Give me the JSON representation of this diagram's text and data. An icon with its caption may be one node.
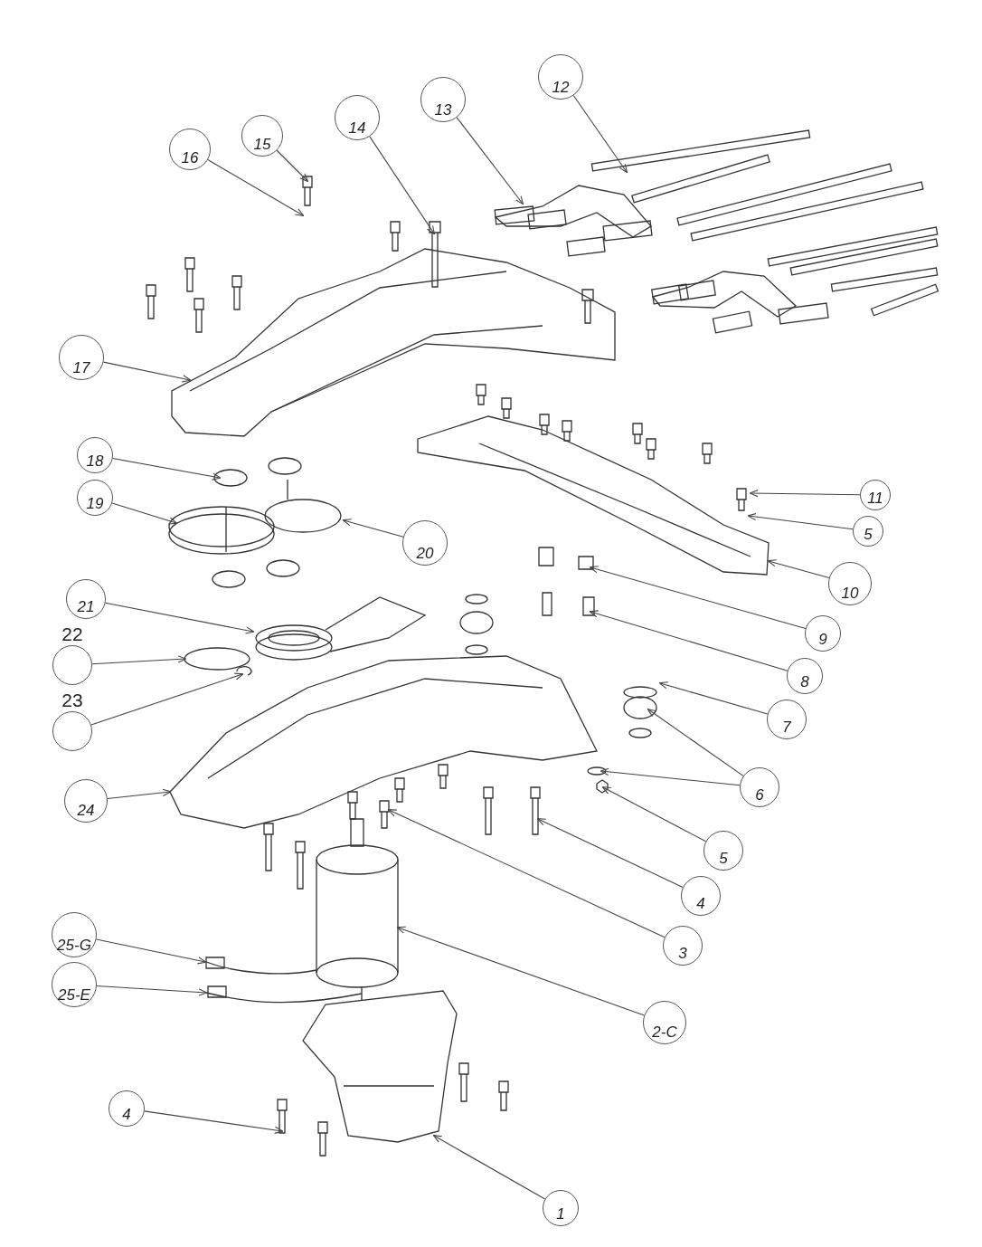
{
  "diagram": {
    "nodes": [
      {
        "text": [
          "12"
        ]
      },
      {
        "text": [
          "13"
        ]
      },
      {
        "text": [
          "14"
        ]
      },
      {
        "text": [
          "15"
        ]
      },
      {
        "text": [
          "16"
        ]
      },
      {
        "text": [
          "17"
        ]
      },
      {
        "text": [
          "18"
        ]
      },
      {
        "text": [
          "19"
        ]
      },
      {
        "text": [
          "20"
        ]
      },
      {
        "text": [
          "21"
        ]
      },
      {
        "text": [
          "22"
        ]
      },
      {
        "text": [
          "23"
        ]
      },
      {
        "text": [
          "24"
        ]
      },
      {
        "text": [
          "11"
        ]
      },
      {
        "text": [
          "5"
        ]
      },
      {
        "text": [
          "10"
        ]
      },
      {
        "text": [
          "9"
        ]
      },
      {
        "text": [
          "8"
        ]
      },
      {
        "text": [
          "7"
        ]
      },
      {
        "text": [
          "6"
        ]
      },
      {
        "text": [
          "5"
        ]
      },
      {
        "text": [
          "4"
        ]
      },
      {
        "text": [
          "3"
        ]
      },
      {
        "text": [
          "2-C"
        ]
      },
      {
        "text": [
          "25-G"
        ]
      },
      {
        "text": [
          "25-E"
        ]
      },
      {
        "text": [
          "4"
        ]
      },
      {
        "text": [
          "1"
        ]
      }
    ],
    "edges": [
      {
        "from": 0,
        "to": null,
        "arrow": "to"
      },
      {
        "from": 1,
        "to": null,
        "arrow": "to"
      },
      {
        "from": 2,
        "to": null,
        "arrow": "to"
      },
      {
        "from": 3,
        "to": null,
        "arrow": "to"
      },
      {
        "from": 4,
        "to": null,
        "arrow": "to"
      },
      {
        "from": 5,
        "to": null,
        "arrow": "to"
      },
      {
        "from": 6,
        "to": null,
        "arrow": "to"
      },
      {
        "from": 7,
        "to": null,
        "arrow": "to"
      },
      {
        "from": 8,
        "to": null,
        "arrow": "to"
      },
      {
        "from": 9,
        "to": null,
        "arrow": "to"
      },
      {
        "from": 10,
        "to": null,
        "arrow": "to"
      },
      {
        "from": 11,
        "to": null,
        "arrow": "to"
      },
      {
        "from": 12,
        "to": null,
        "arrow": "to"
      },
      {
        "from": 13,
        "to": null,
        "arrow": "to"
      },
      {
        "from": 14,
        "to": null,
        "arrow": "to"
      },
      {
        "from": 15,
        "to": null,
        "arrow": "to"
      },
      {
        "from": 16,
        "to": null,
        "arrow": "to"
      },
      {
        "from": 17,
        "to": null,
        "arrow": "to"
      },
      {
        "from": 18,
        "to": null,
        "arrow": "to"
      },
      {
        "from": 19,
        "to": null,
        "arrow": "to"
      },
      {
        "from": 19,
        "to": null,
        "arrow": "to"
      },
      {
        "from": 20,
        "to": null,
        "arrow": "to"
      },
      {
        "from": 21,
        "to": null,
        "arrow": "to"
      },
      {
        "from": 22,
        "to": null,
        "arrow": "to"
      },
      {
        "from": 23,
        "to": null,
        "arrow": "to"
      },
      {
        "from": 24,
        "to": null,
        "arrow": "to"
      },
      {
        "from": 25,
        "to": null,
        "arrow": "to"
      },
      {
        "from": 26,
        "to": null,
        "arrow": "to"
      },
      {
        "from": 27,
        "to": null,
        "arrow": "to"
      }
    ]
  }
}
